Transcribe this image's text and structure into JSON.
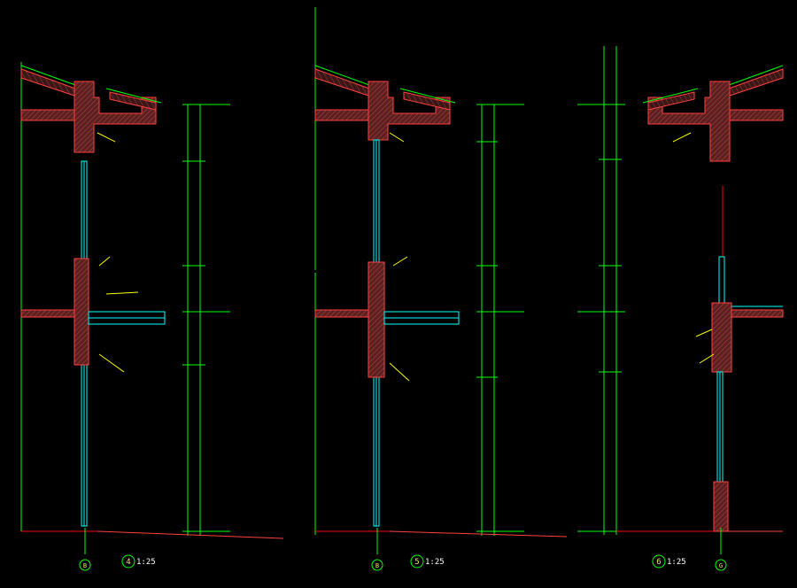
{
  "details": [
    {
      "id": "d4",
      "number": "4",
      "scale": "1:25",
      "axis": "B"
    },
    {
      "id": "d5",
      "number": "5",
      "scale": "1:25",
      "axis": "B"
    },
    {
      "id": "d6",
      "number": "6",
      "scale": "1:25",
      "axis": "G"
    }
  ],
  "colors": {
    "background": "#000000",
    "dimension": "#00ff00",
    "wall_outline": "#ff3030",
    "wall_hatch": "#8a3a3a",
    "glass": "#00ffff",
    "leader": "#ffff00",
    "text": "#ffffff",
    "axis_line": "#ff0000"
  }
}
